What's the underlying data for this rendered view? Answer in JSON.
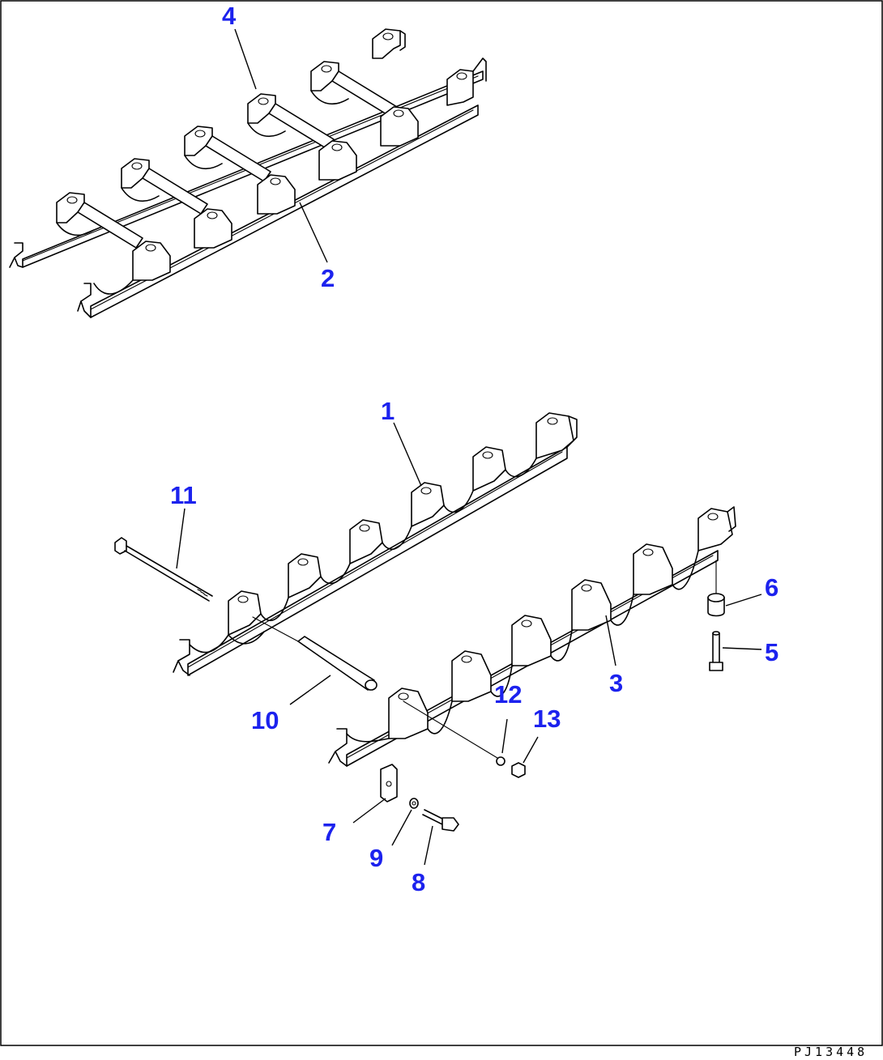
{
  "callouts": [
    {
      "id": "c1",
      "label": "1"
    },
    {
      "id": "c2",
      "label": "2"
    },
    {
      "id": "c3",
      "label": "3"
    },
    {
      "id": "c4",
      "label": "4"
    },
    {
      "id": "c5",
      "label": "5"
    },
    {
      "id": "c6",
      "label": "6"
    },
    {
      "id": "c7",
      "label": "7"
    },
    {
      "id": "c8",
      "label": "8"
    },
    {
      "id": "c9",
      "label": "9"
    },
    {
      "id": "c10",
      "label": "10"
    },
    {
      "id": "c11",
      "label": "11"
    },
    {
      "id": "c12",
      "label": "12"
    },
    {
      "id": "c13",
      "label": "13"
    }
  ],
  "drawing_id": "PJ13448",
  "colors": {
    "callout": "#1c22ee",
    "line": "#000000",
    "background": "#ffffff"
  }
}
